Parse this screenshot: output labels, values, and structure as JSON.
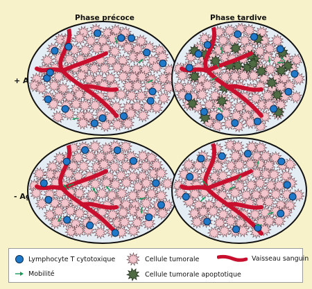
{
  "header": {
    "phase_early": "Phase précoce",
    "phase_late": "Phase tardive"
  },
  "rows": {
    "with_antigen": "+ Ag",
    "without_antigen": "- Ag"
  },
  "legend": {
    "t_cell": "Lymphocyte T cytotoxique",
    "tumor_cell": "Cellule tumorale",
    "blood_vessel": "Vaisseau sanguin",
    "motility": "Mobilité",
    "apoptotic_cell": "Cellule tumorale apoptotique"
  },
  "colors": {
    "background": "#f7f2c9",
    "tumor_fill": "#f2c4cb",
    "tumor_stroke": "#6a4a4f",
    "t_cell_fill": "#1f78c8",
    "t_cell_stroke": "#0b2d52",
    "apoptotic_fill": "#4e6b44",
    "vessel": "#c8102e",
    "motility_arrow": "#1a9a5a",
    "panel_fill": "#e4ecf4"
  },
  "panels": [
    {
      "id": "early-plus-ag",
      "apoptotic_count": 0
    },
    {
      "id": "late-plus-ag",
      "apoptotic_count": 24
    },
    {
      "id": "early-minus-ag",
      "apoptotic_count": 0
    },
    {
      "id": "late-minus-ag",
      "apoptotic_count": 0
    }
  ]
}
